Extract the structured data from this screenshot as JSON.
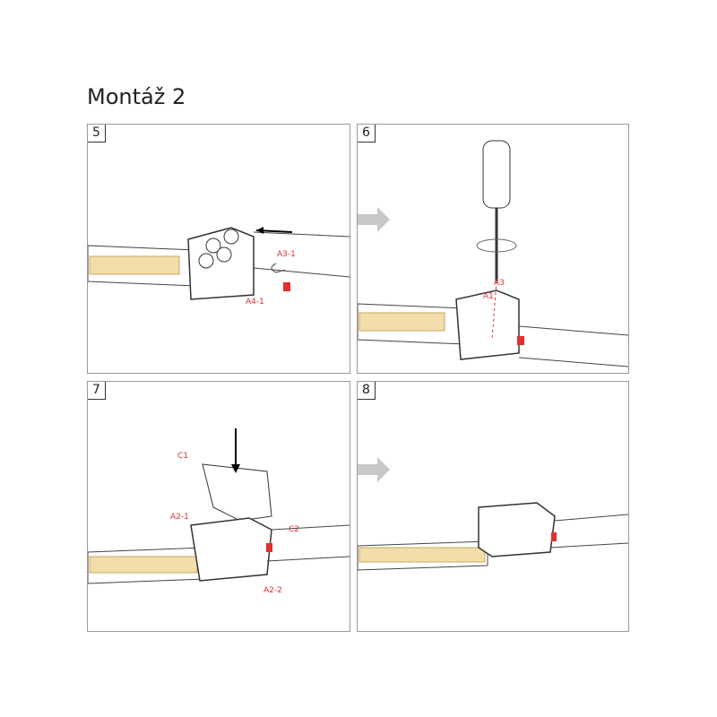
{
  "title": "Montáž 2",
  "steps": [
    {
      "number": "5",
      "labels": [
        "A3-1",
        "A4-1"
      ]
    },
    {
      "number": "6",
      "labels": [
        "A3",
        "A1"
      ]
    },
    {
      "number": "7",
      "labels": [
        "C1",
        "C2",
        "A2-1",
        "A2-2"
      ]
    },
    {
      "number": "8",
      "labels": []
    }
  ],
  "colors": {
    "accent": "#e03030",
    "led": "#f1deaa",
    "arrow": "#c8c8c8"
  }
}
